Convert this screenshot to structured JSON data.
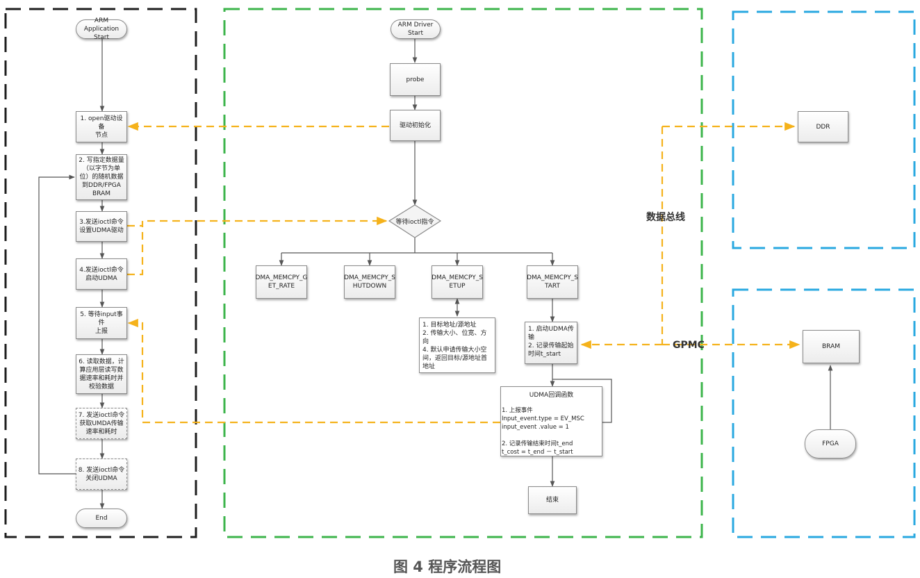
{
  "app_nodes": {
    "start": "ARM Application\nStart",
    "step1": "1. open驱动设备\n节点",
    "step2": "2. 写指定数据量\n（以字节为单\n位）的随机数据\n到DDR/FPGA\nBRAM",
    "step3": "3.发送ioctl命令\n设置UDMA驱动",
    "step4": "4.发送ioctl命令\n启动UDMA",
    "step5": "5. 等待input事件\n上报",
    "step6": "6. 读取数据，计\n算应用层读写数\n据速率和耗时并\n校验数据",
    "step7": "7. 发送ioctl命令\n获取UMDA传输\n速率和耗时",
    "step8": "8. 发送ioctl命令\n关闭UDMA",
    "end": "End"
  },
  "driver_nodes": {
    "start": "ARM Driver\nStart",
    "probe": "probe",
    "init": "驱动初始化",
    "wait": "等待ioctl指令",
    "get_rate": "DMA_MEMCPY_G\nET_RATE",
    "shutdown": "DMA_MEMCPY_S\nHUTDOWN",
    "setup": "DMA_MEMCPY_S\nETUP",
    "start_cmd": "DMA_MEMCPY_S\nTART",
    "setup_note": "1. 目标地址/源地址\n2. 传输大小、位宽、方向\n4. 默认申请传输大小空\n间，返回目标/源地址首\n地址",
    "start_note": "1. 启动UDMA传\n输\n2. 记录传输起始\n时间t_start",
    "callback_title": "UDMA回调函数",
    "callback_body": "1. 上报事件\nInput_event.type = EV_MSC\ninput_event .value = 1\n\n2. 记录传输结束时间t_end\nt_cost = t_end  －  t_start",
    "finish": "结束"
  },
  "hw_nodes": {
    "ddr": "DDR",
    "bram": "BRAM",
    "fpga": "FPGA"
  },
  "labels": {
    "data_bus": "数据总线",
    "gpmc": "GPMC",
    "caption": "图 4 程序流程图"
  },
  "colors": {
    "app_frame": "#1e1e1e",
    "driver_frame": "#3cb44b",
    "hw_frame": "#29a8e0",
    "bus_line": "#f5b21b",
    "flow_line": "#555555"
  }
}
